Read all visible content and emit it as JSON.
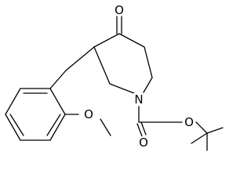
{
  "structure": {
    "atoms": {
      "ketone_oxygen": "O",
      "ring_nitrogen": "N",
      "methoxy_oxygen": "O",
      "carbamate_carbonyl_oxygen": "O",
      "carbamate_ester_oxygen": "O"
    }
  }
}
